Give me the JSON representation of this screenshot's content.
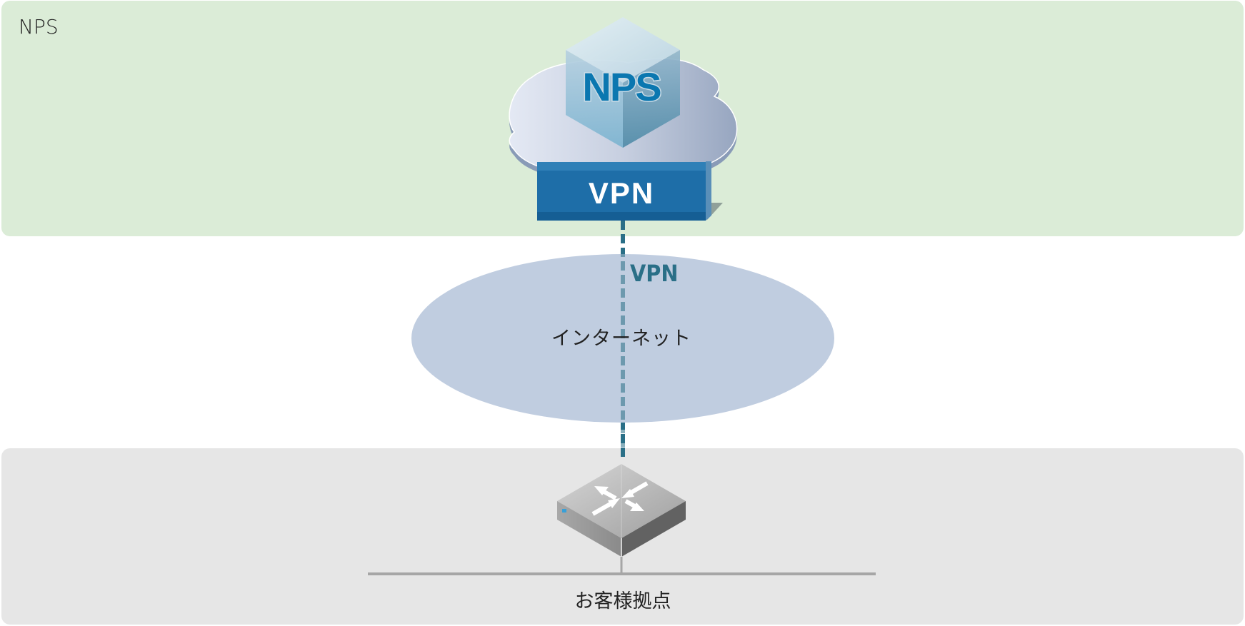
{
  "zones": {
    "nps": {
      "label": "NPS",
      "color": "#dbecd7"
    },
    "customer": {
      "label": "",
      "color": "#e6e6e6"
    }
  },
  "nodes": {
    "nps_cloud": {
      "label": "NPS",
      "icon": "cloud-server-cube-icon"
    },
    "vpn_gateway": {
      "label": "VPN",
      "icon": "vpn-gateway-icon",
      "color": "#1e6ea8"
    },
    "internet": {
      "label": "インターネット",
      "color": "#c0cde0"
    },
    "router": {
      "icon": "router-switch-icon"
    },
    "customer_site": {
      "label": "お客様拠点"
    }
  },
  "edges": [
    {
      "from": "vpn_gateway",
      "to": "router",
      "style": "dashed",
      "label": "VPN",
      "color": "#2a6f87"
    },
    {
      "from": "router",
      "to": "customer_site",
      "style": "solid",
      "color": "#a6a6a6"
    }
  ]
}
